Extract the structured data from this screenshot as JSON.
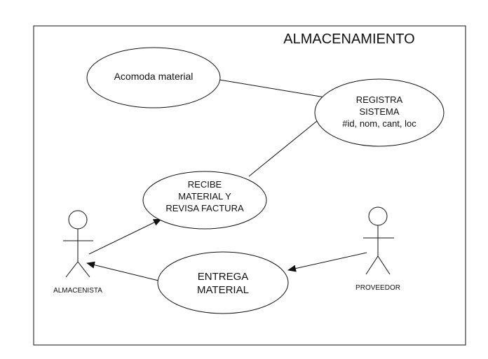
{
  "diagram": {
    "title": "ALMACENAMIENTO",
    "use_cases": {
      "acomoda": {
        "lines": [
          "Acomoda material"
        ]
      },
      "registra": {
        "lines": [
          "REGISTRA",
          "SISTEMA",
          "#id, nom, cant, loc"
        ]
      },
      "recibe": {
        "lines": [
          "RECIBE",
          "MATERIAL Y",
          "REVISA FACTURA"
        ]
      },
      "entrega": {
        "lines": [
          "ENTREGA",
          "MATERIAL"
        ]
      }
    },
    "actors": {
      "almacenista": {
        "label": "ALMACENISTA"
      },
      "proveedor": {
        "label": "PROVEEDOR"
      }
    },
    "colors": {
      "stroke": "#111111",
      "background": "#ffffff"
    }
  }
}
